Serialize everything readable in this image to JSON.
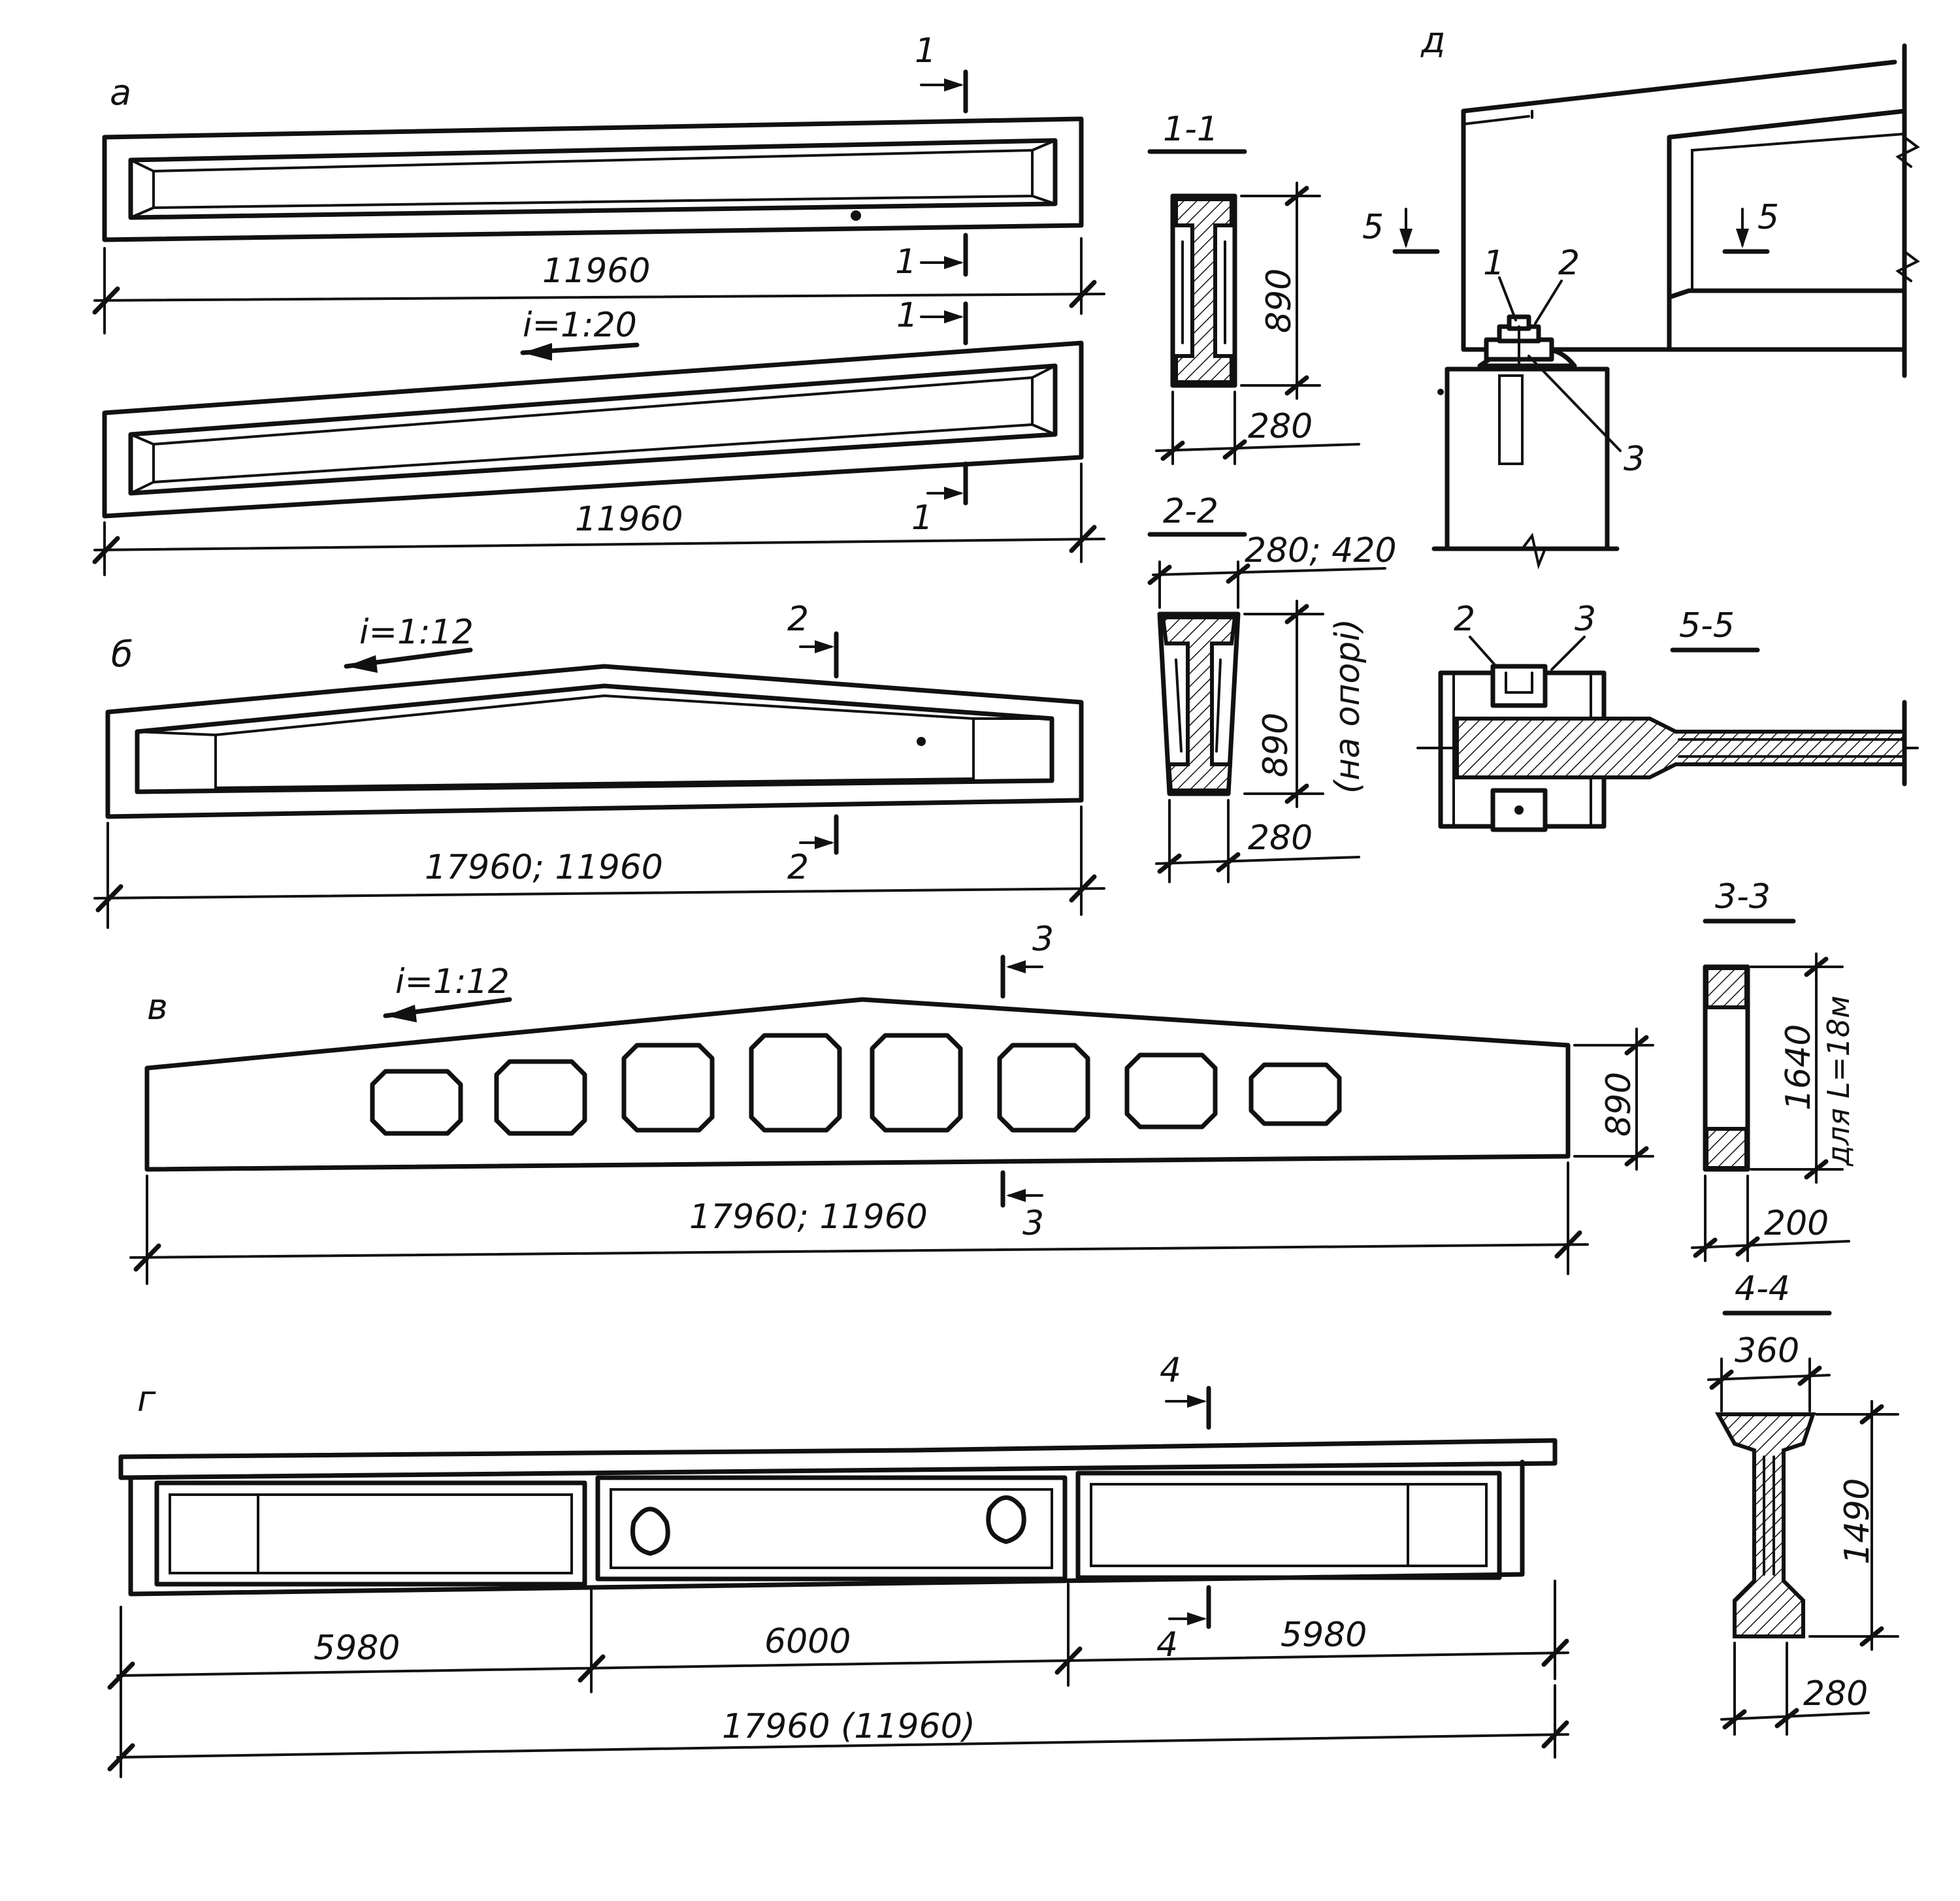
{
  "views": {
    "a": {
      "tag": "а",
      "dim_top": "11960",
      "dim_bottom": "11960",
      "slope": "i=1:20",
      "cut": "1"
    },
    "b": {
      "tag": "б",
      "slope": "i=1:12",
      "dim": "17960; 11960",
      "cut": "2"
    },
    "v": {
      "tag": "в",
      "slope": "i=1:12",
      "dim": "17960; 11960",
      "height": "890",
      "cut": "3"
    },
    "g": {
      "tag": "г",
      "dim_left": "5980",
      "dim_mid": "6000",
      "dim_right": "5980",
      "dim_total": "17960 (11960)",
      "cut": "4"
    },
    "d": {
      "tag": "д",
      "cut": "5",
      "callout_1": "1",
      "callout_2": "2",
      "callout_3": "3"
    }
  },
  "sections": {
    "s11": {
      "title": "1-1",
      "height": "890",
      "width": "280"
    },
    "s22": {
      "title": "2-2",
      "height": "890",
      "width_top": "280; 420",
      "width": "280",
      "note": "(на опорі)"
    },
    "s33": {
      "title": "3-3",
      "height": "1640",
      "note": "для L=18м",
      "width": "200"
    },
    "s44": {
      "title": "4-4",
      "width_top": "360",
      "height": "1490",
      "width": "280"
    },
    "s55": {
      "title": "5-5",
      "callout_2": "2",
      "callout_3": "3"
    }
  }
}
